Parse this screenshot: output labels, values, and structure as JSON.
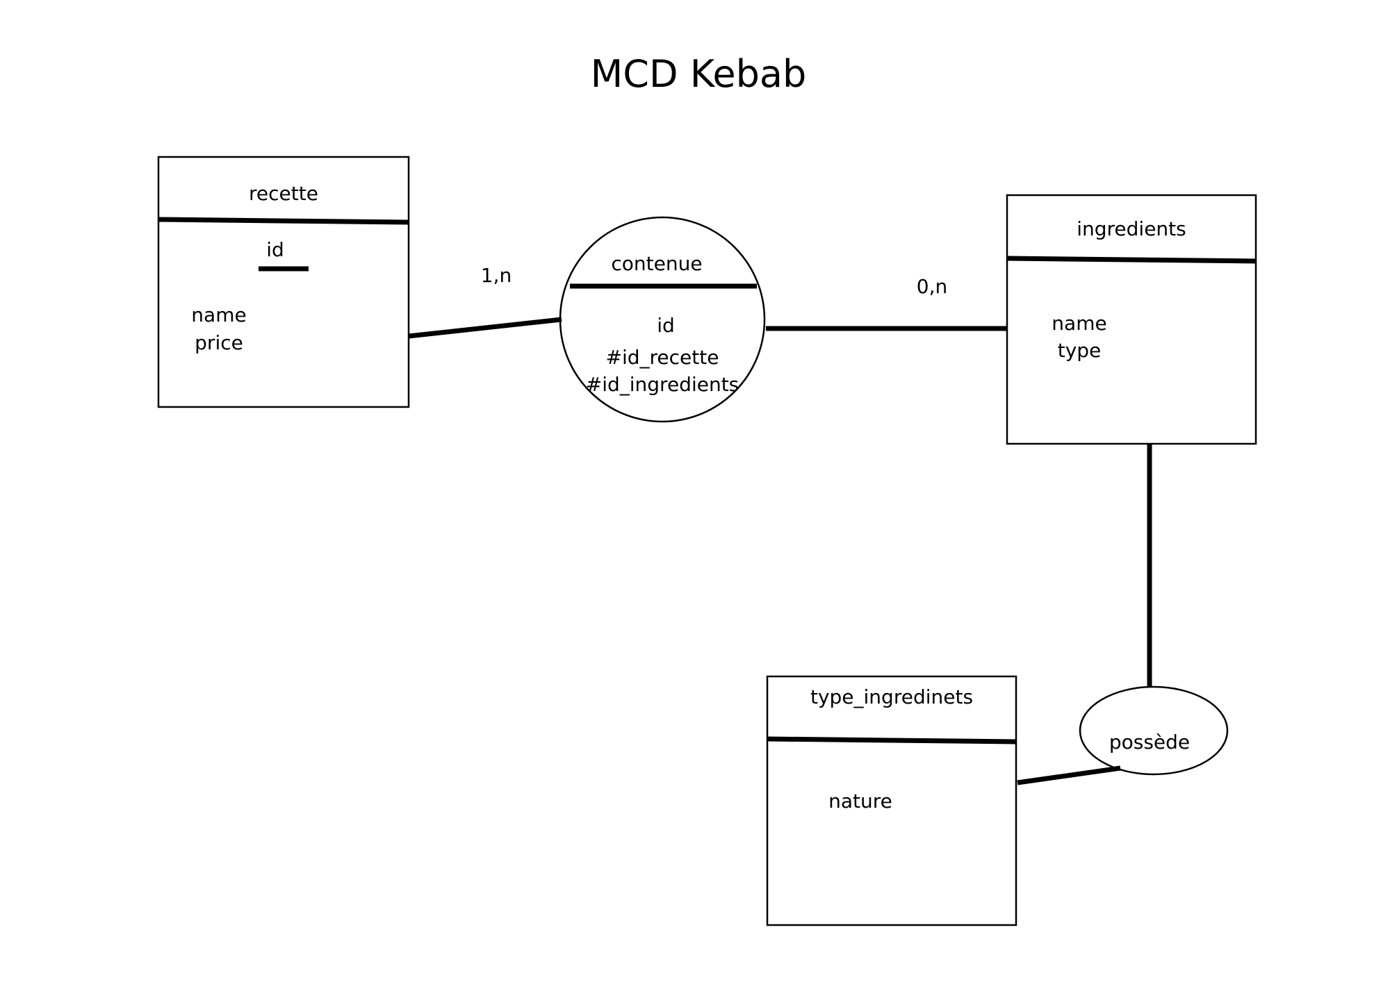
{
  "title": "MCD Kebab",
  "entities": {
    "recette": {
      "name": "recette",
      "identifier": "id",
      "attributes": [
        "name",
        "price"
      ]
    },
    "ingredients": {
      "name": "ingredients",
      "attributes": [
        "name",
        "type"
      ]
    },
    "type_ingredients": {
      "name": "type_ingredinets",
      "attributes": [
        "nature"
      ]
    }
  },
  "associations": {
    "contenue": {
      "name": "contenue",
      "attributes": [
        "id",
        "#id_recette",
        "#id_ingredients"
      ]
    },
    "possede": {
      "name": "possède"
    }
  },
  "cardinalities": {
    "recette_contenue": "1,n",
    "ingredients_contenue": "0,n"
  }
}
